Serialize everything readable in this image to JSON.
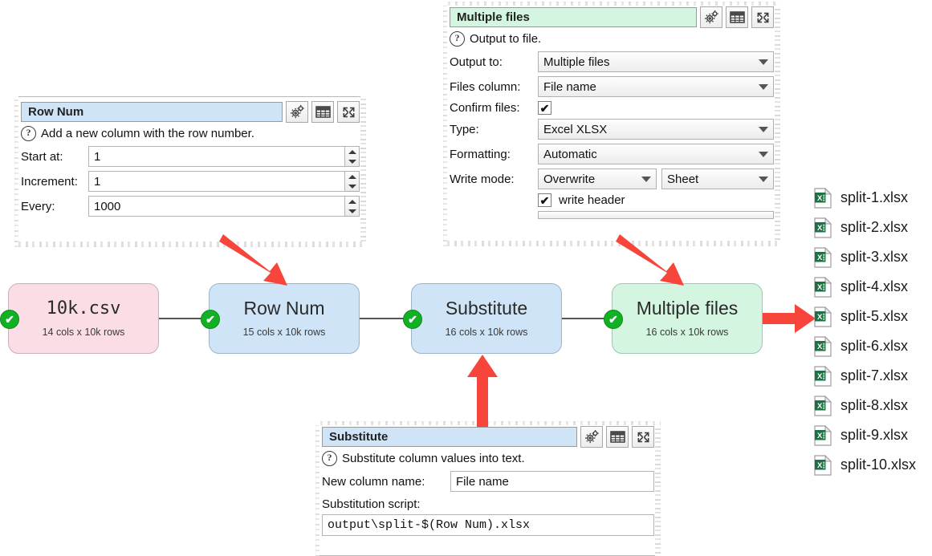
{
  "panels": {
    "row_num": {
      "title": "Row Num",
      "description": "Add a new column with the row number.",
      "help_icon": "question-mark-icon",
      "toolbar": [
        "gears-icon",
        "table-icon",
        "expand-icon"
      ],
      "fields": [
        {
          "label": "Start at:",
          "value": "1"
        },
        {
          "label": "Increment:",
          "value": "1"
        },
        {
          "label": "Every:",
          "value": "1000"
        }
      ]
    },
    "multiple_files": {
      "title": "Multiple files",
      "description": "Output to file.",
      "help_icon": "question-mark-icon",
      "toolbar": [
        "gears-icon",
        "table-icon",
        "expand-icon"
      ],
      "output_to_label": "Output to:",
      "output_to_value": "Multiple files",
      "files_column_label": "Files column:",
      "files_column_value": "File name",
      "confirm_files_label": "Confirm files:",
      "confirm_files_checked": "✔",
      "type_label": "Type:",
      "type_value": "Excel XLSX",
      "formatting_label": "Formatting:",
      "formatting_value": "Automatic",
      "write_mode_label": "Write mode:",
      "write_mode_value": "Overwrite",
      "write_mode_target": "Sheet",
      "write_header_label": "write header",
      "write_header_checked": "✔"
    },
    "substitute": {
      "title": "Substitute",
      "description": "Substitute column values into text.",
      "help_icon": "question-mark-icon",
      "toolbar": [
        "gears-icon",
        "table-icon",
        "expand-icon"
      ],
      "new_column_label": "New column name:",
      "new_column_value": "File name",
      "script_label": "Substitution script:",
      "script_value": "output\\split-$(Row Num).xlsx"
    }
  },
  "flow": {
    "nodes": [
      {
        "name": "10k.csv",
        "info": "14 cols x 10k rows",
        "status": "✔",
        "color": "#fbdde6"
      },
      {
        "name": "Row Num",
        "info": "15 cols x 10k rows",
        "status": "✔",
        "color": "#cfe4f7"
      },
      {
        "name": "Substitute",
        "info": "16 cols x 10k rows",
        "status": "✔",
        "color": "#cfe4f7"
      },
      {
        "name": "Multiple files",
        "info": "16 cols x 10k rows",
        "status": "✔",
        "color": "#d4f5e0"
      }
    ]
  },
  "output_files": [
    {
      "name": "split-1.xlsx",
      "icon": "excel-file-icon"
    },
    {
      "name": "split-2.xlsx",
      "icon": "excel-file-icon"
    },
    {
      "name": "split-3.xlsx",
      "icon": "excel-file-icon"
    },
    {
      "name": "split-4.xlsx",
      "icon": "excel-file-icon"
    },
    {
      "name": "split-5.xlsx",
      "icon": "excel-file-icon"
    },
    {
      "name": "split-6.xlsx",
      "icon": "excel-file-icon"
    },
    {
      "name": "split-7.xlsx",
      "icon": "excel-file-icon"
    },
    {
      "name": "split-8.xlsx",
      "icon": "excel-file-icon"
    },
    {
      "name": "split-9.xlsx",
      "icon": "excel-file-icon"
    },
    {
      "name": "split-10.xlsx",
      "icon": "excel-file-icon"
    }
  ],
  "colors": {
    "annotation_arrow": "#f8453c",
    "status_ok": "#12b125",
    "node_source": "#fbdde6",
    "node_transform": "#cfe4f7",
    "node_output": "#d4f5e0",
    "title_blue": "#cfe4f7",
    "title_green": "#d4f5e0"
  }
}
